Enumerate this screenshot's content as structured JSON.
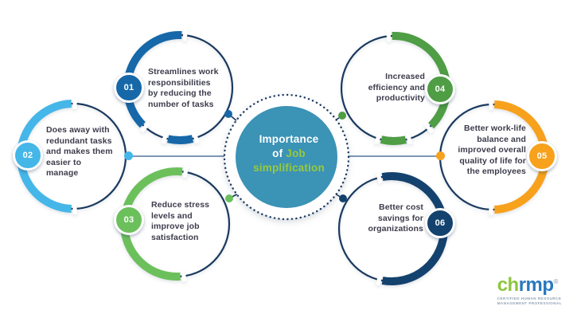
{
  "title": "Importance of Job simplification infographic",
  "center": {
    "line1": "Importance",
    "line2_white": "of",
    "line2_green": "Job",
    "line3": "simplification",
    "circle_color": "#3b93b6",
    "green_text_color": "#97c93d"
  },
  "nodes": [
    {
      "num": "01",
      "text": "Streamlines work\nresponsibilities\nby reducing the\nnumber of tasks",
      "accent": "#1668a8"
    },
    {
      "num": "02",
      "text": "Does away with\nredundant tasks\nand makes them\neasier to\nmanage",
      "accent": "#45b6e8"
    },
    {
      "num": "03",
      "text": "Reduce stress\nlevels and\nimprove job\nsatisfaction",
      "accent": "#6cc05c"
    },
    {
      "num": "04",
      "text": "Increased\nefficiency and\nproductivity",
      "accent": "#4f9d45"
    },
    {
      "num": "05",
      "text": "Better work-life\nbalance and\nimproved overall\nquality of life for\nthe employees",
      "accent": "#f7a11d"
    },
    {
      "num": "06",
      "text": "Better cost\nsavings for\norganizations",
      "accent": "#14426e"
    }
  ],
  "colors": {
    "ring": "#1b3a60",
    "connector_line": "#52779f",
    "text": "#3c3c4c"
  },
  "logo": {
    "part1": "ch",
    "part2": "rmp",
    "reg": "®",
    "tagline1": "CERTIFIED HUMAN RESOURCE",
    "tagline2": "MANAGEMENT PROFESSIONAL",
    "green": "#8dc63f",
    "blue": "#2878be"
  }
}
